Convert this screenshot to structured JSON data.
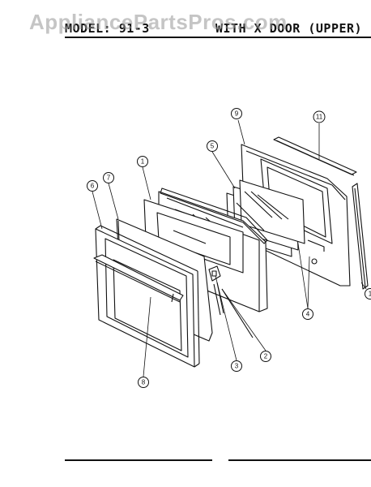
{
  "watermark": "AppliancePartsPros.com",
  "header": {
    "model_label": "MODEL: 91-3",
    "section_label": "WITH X DOOR (UPPER)"
  },
  "callouts": [
    "1",
    "2",
    "3",
    "4",
    "5",
    "6",
    "7",
    "8",
    "9",
    "11"
  ],
  "edge_callout": "1"
}
